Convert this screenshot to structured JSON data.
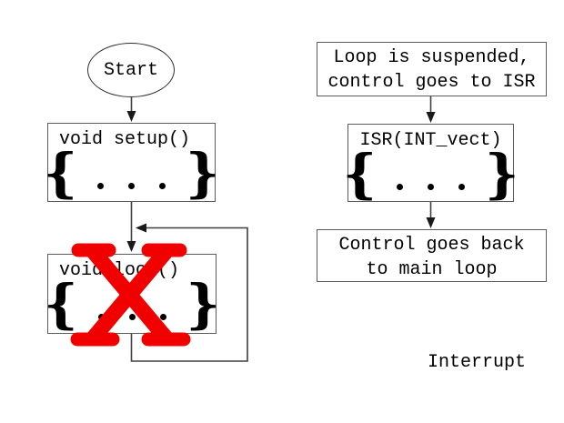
{
  "colors": {
    "background": "#ffffff",
    "line_gray": "#3f3f3f",
    "border_gray": "#5c5c5c",
    "text_black": "#000000",
    "cross_red": "#f10000"
  },
  "glyphs": {
    "brace_open": "{",
    "brace_close": "}"
  },
  "main_flow": {
    "start_label": "Start",
    "setup_box": {
      "title": "void setup()"
    },
    "loop_box": {
      "title": "void loop()"
    }
  },
  "isr_flow": {
    "suspend_box": {
      "line1": "Loop is suspended,",
      "line2": "control goes to ISR"
    },
    "isr_box": {
      "title": "ISR(INT_vect)"
    },
    "return_box": {
      "line1": "Control goes back",
      "line2": "to main loop"
    },
    "caption": "Interrupt"
  }
}
